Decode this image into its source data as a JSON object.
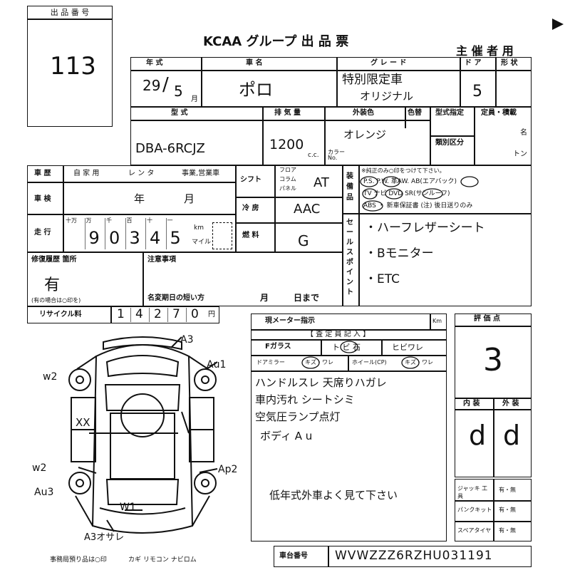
{
  "lot": {
    "label": "出 品 番 号",
    "number": "113"
  },
  "header": {
    "title": "KCAA グループ 出 品 票",
    "organizer": "主 催 者 用"
  },
  "vehicle": {
    "year_label": "年 式",
    "year": "29",
    "month": "5",
    "month_unit": "月",
    "name_label": "車 名",
    "name": "ポロ",
    "grade_label": "グ レ ー ド",
    "grade_line1": "特別限定車",
    "grade_line2": "オリジナル",
    "doors_label": "ド ア",
    "doors": "5",
    "body_label": "形 状",
    "model_label": "型 式",
    "model": "DBA-6RCJZ",
    "cc_label": "排 気 量",
    "cc": "1200",
    "cc_unit": "c.c.",
    "color_label": "外装色",
    "color": "オレンジ",
    "color_change_label": "色替",
    "color_no_label": "カラー No.",
    "type_label": "型式指定",
    "class_label": "類別区分",
    "capacity_label": "定員・積載",
    "capacity_unit1": "名",
    "capacity_unit2": "トン"
  },
  "history": {
    "label": "車 歴",
    "own": "自 家 用",
    "rental": "レ ン タ",
    "business": "事業,営業車"
  },
  "inspection": {
    "label": "車 検",
    "year_unit": "年",
    "month_unit": "月"
  },
  "mileage": {
    "label": "走 行",
    "places": [
      "十万",
      "万",
      "千",
      "百",
      "十",
      "一"
    ],
    "digits": [
      "",
      "9",
      "0",
      "3",
      "4",
      "5"
    ],
    "unit_km": "km",
    "unit_mile": "マイル"
  },
  "shift": {
    "label": "シフト",
    "opt1": "フロア",
    "opt2": "コラム",
    "opt3": "パネル",
    "value": "AT"
  },
  "ac": {
    "label": "冷 房",
    "value": "AAC"
  },
  "fuel": {
    "label": "燃 料",
    "value": "G"
  },
  "equipment": {
    "label": "装備品",
    "note": "※純正のみ○印をつけて下さい。",
    "row1": "P.S. P.W. 革AW. AB(エアバック)",
    "row2": "TV ナビ DVD SR(サンルーフ)",
    "row3": "ABS ・ 新車保証書 (注) 後日送りのみ"
  },
  "sales_point": {
    "label": "セールスポイント",
    "items": [
      "・ハーフレザーシート",
      "・Bモニター",
      "・ETC"
    ]
  },
  "repair": {
    "label": "修復履歴 箇所",
    "value": "有",
    "note": "(有の場合は○印を)",
    "caution_label": "注意事項",
    "name_change_label": "名変期日の短い方",
    "month_unit": "月",
    "day_unit": "日まで"
  },
  "recycle": {
    "label": "リサイクル料",
    "digits": [
      "1",
      "4",
      "2",
      "7",
      "0"
    ],
    "unit": "円"
  },
  "meter": {
    "label": "現メーター指示",
    "unit": "Km"
  },
  "inspector": {
    "label": "【 査 定 員 記 入 】",
    "glass_label": "Fガラス",
    "glass_opt1": "ト ビ 石",
    "glass_opt2": "ヒビワレ",
    "mirror_label": "ドアミラー",
    "mirror_opt": "キズ・ワレ",
    "wheel_label": "ホイール(CP)",
    "wheel_opt": "キズ・ワレ",
    "notes": [
      "ハンドルスレ 天席りハガレ",
      "車内汚れ シートシミ",
      "空気圧ランプ点灯",
      "ボディ A u",
      "低年式外車よく見て下さい"
    ]
  },
  "score": {
    "label": "評 価 点",
    "value": "3",
    "interior_label": "内 装",
    "exterior_label": "外 装",
    "interior": "d",
    "exterior": "d"
  },
  "tools": {
    "jack_label": "ジャッキ 工 具",
    "jack_opt": "有・無",
    "puncture_label": "パンクキット",
    "puncture_opt": "有・無",
    "spare_label": "スペアタイヤ",
    "spare_opt": "有・無"
  },
  "diagram": {
    "a3_top": "A3",
    "au1": "Au1",
    "w2_left": "w2",
    "xx": "XX",
    "w2_lower": "w2",
    "au3": "Au3",
    "ap2": "Ap2",
    "w1": "W1",
    "a3_bottom": "A3オサレ"
  },
  "footer": {
    "office_label": "事務局預り品は○印",
    "keys": "カギ リモコン ナビロム",
    "chassis_label": "車台番号",
    "chassis": "WVWZZZ6RZHU031191"
  }
}
